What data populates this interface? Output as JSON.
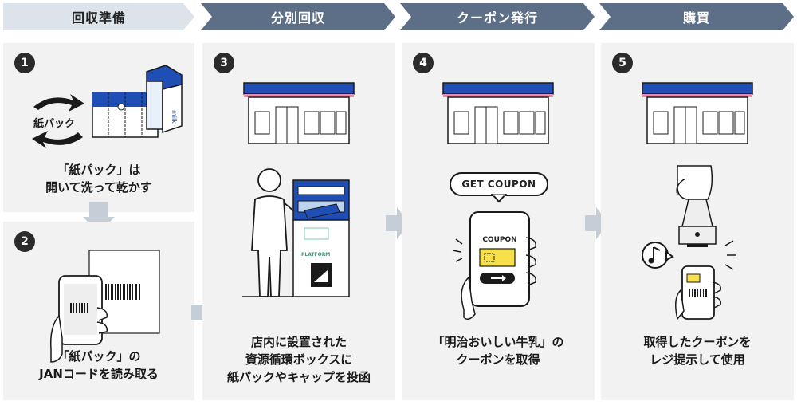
{
  "headers": [
    "回収準備",
    "分別回収",
    "クーポン発行",
    "購買"
  ],
  "steps": {
    "s1": {
      "num": "1",
      "lines": [
        "「紙パック」は",
        "開いて洗って乾かす"
      ],
      "logo_text": "紙パック"
    },
    "s2": {
      "num": "2",
      "lines": [
        "「紙パック」の",
        "JANコードを読み取る"
      ]
    },
    "s3": {
      "num": "3",
      "lines": [
        "店内に設置された",
        "資源循環ボックスに",
        "紙パックやキャップを投函"
      ],
      "box_text": "PLATFORM"
    },
    "s4": {
      "num": "4",
      "lines": [
        "「明治おいしい牛乳」の",
        "クーポンを取得"
      ],
      "bubble": "GET COUPON",
      "screen_label": "COUPON"
    },
    "s5": {
      "num": "5",
      "lines": [
        "取得したクーポンを",
        "レジ提示して使用"
      ]
    }
  },
  "colors": {
    "header_dark": "#5d6f87",
    "header_light": "#dde3ea",
    "panel": "#f2f2f2",
    "accent_blue": "#1f4fb5",
    "coupon_yellow": "#f7e04a",
    "arrow_gray": "#c5cdd6"
  }
}
